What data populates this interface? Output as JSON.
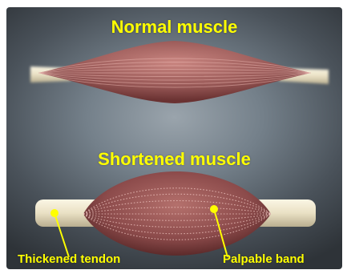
{
  "figure": {
    "normal_title": "Normal muscle",
    "shortened_title": "Shortened muscle",
    "tendon_label": "Thickened tendon",
    "band_label": "Palpable band"
  },
  "colors": {
    "label": "#ffff00",
    "muscle_base": "#8c4b4b",
    "muscle_highlight": "#c98580",
    "tendon": "#ede5cc"
  }
}
